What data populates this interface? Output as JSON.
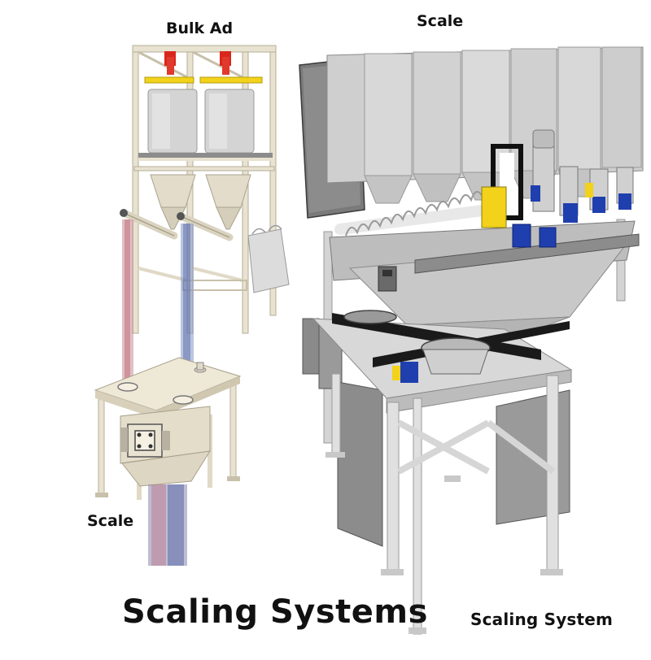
{
  "labels": {
    "bulk_add": "Bulk Ad",
    "scale_top": "Scale",
    "scale_left": "Scale",
    "system": "Scaling System",
    "title": "Scaling Systems"
  },
  "colors": {
    "frame_cream": "#e6e0cf",
    "hopper_gray": "#c9c9c9",
    "accent_red": "#d9261c",
    "accent_yellow": "#f2d21a",
    "motor_blue": "#1f3fae",
    "stream_red": "#b8606b",
    "stream_blue": "#5a6fa6",
    "steel_dark": "#3a3a3a"
  }
}
